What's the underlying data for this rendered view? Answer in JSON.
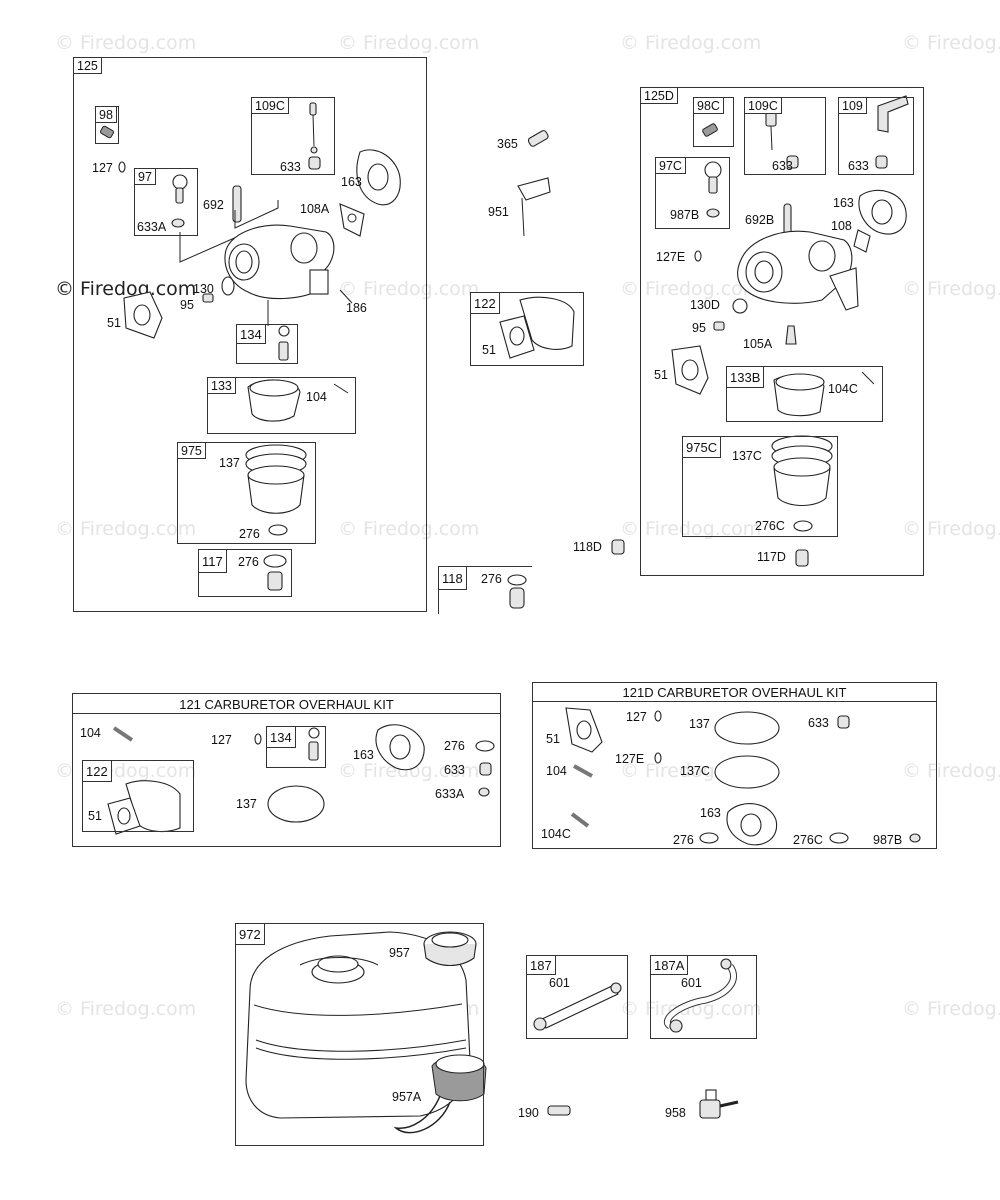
{
  "watermark": {
    "text": "© Firedog.com"
  },
  "panel_125": {
    "tag": "125",
    "labels": {
      "l98": "98",
      "l127": "127",
      "l97": "97",
      "l633a": "633A",
      "l109c": "109C",
      "l633": "633",
      "l692": "692",
      "l108a": "108A",
      "l163": "163",
      "l130": "130",
      "l95": "95",
      "l51": "51",
      "l186": "186",
      "l134": "134",
      "l133": "133",
      "l104": "104",
      "l975": "975",
      "l137": "137",
      "l276": "276",
      "l117": "117",
      "l276b": "276"
    }
  },
  "middle": {
    "labels": {
      "l365": "365",
      "l951": "951",
      "l122": "122",
      "l51": "51",
      "l118": "118",
      "l276": "276",
      "l118d": "118D"
    }
  },
  "panel_125d": {
    "tag": "125D",
    "labels": {
      "l98c": "98C",
      "l109c": "109C",
      "l633": "633",
      "l109": "109",
      "l633b": "633",
      "l97c": "97C",
      "l987b": "987B",
      "l692b": "692B",
      "l163": "163",
      "l108": "108",
      "l127e": "127E",
      "l130d": "130D",
      "l95": "95",
      "l105a": "105A",
      "l51": "51",
      "l133b": "133B",
      "l104c": "104C",
      "l975c": "975C",
      "l137c": "137C",
      "l276c": "276C",
      "l117d": "117D"
    }
  },
  "kit_121": {
    "title": "121 CARBURETOR OVERHAUL KIT",
    "labels": {
      "l104": "104",
      "l127": "127",
      "l134": "134",
      "l163": "163",
      "l276": "276",
      "l633": "633",
      "l633a": "633A",
      "l122": "122",
      "l51": "51",
      "l137": "137"
    }
  },
  "kit_121d": {
    "title": "121D CARBURETOR OVERHAUL KIT",
    "labels": {
      "l51": "51",
      "l127": "127",
      "l137": "137",
      "l633": "633",
      "l104": "104",
      "l127e": "127E",
      "l137c": "137C",
      "l163": "163",
      "l104c": "104C",
      "l276": "276",
      "l276c": "276C",
      "l987b": "987B"
    }
  },
  "tank": {
    "labels": {
      "l972": "972",
      "l957": "957",
      "l957a": "957A"
    }
  },
  "lines": {
    "labels": {
      "l187": "187",
      "l601": "601",
      "l187a": "187A",
      "l601b": "601",
      "l190": "190",
      "l958": "958"
    }
  }
}
